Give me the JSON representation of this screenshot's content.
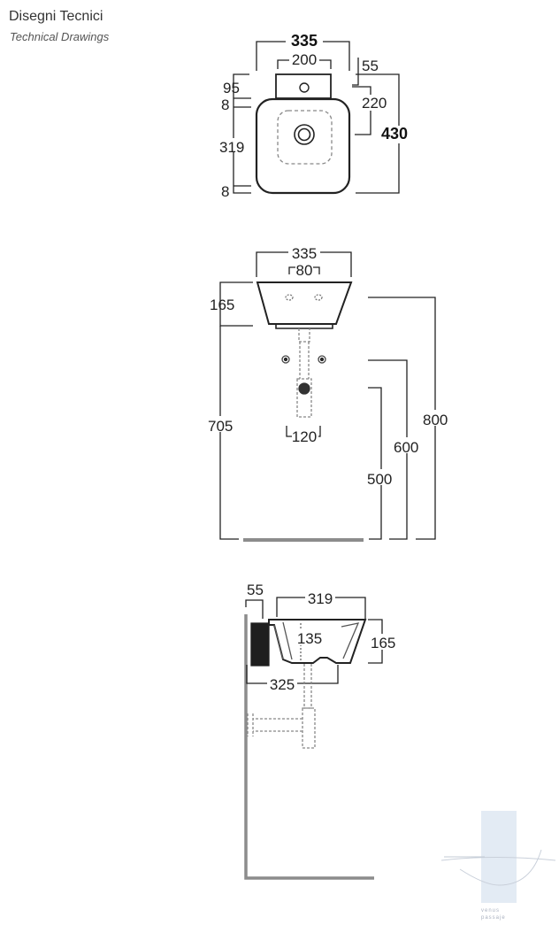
{
  "header": {
    "title": "Disegni Tecnici",
    "subtitle": "Technical Drawings"
  },
  "top_view": {
    "width_total": "335",
    "width_deck": "200",
    "offset_right": "55",
    "depth_deck": "95",
    "rim_top": "8",
    "bowl_depth": "319",
    "rim_bottom": "8",
    "tap_to_front": "220",
    "depth_total": "430"
  },
  "front_view": {
    "width_total": "335",
    "overflow_spacing": "80",
    "height_basin": "165",
    "waste_width": "120",
    "drain_height": "705",
    "height_800": "800",
    "height_600": "600",
    "height_500": "500"
  },
  "side_view": {
    "wall_gap": "55",
    "depth_bowl": "319",
    "inner_depth": "135",
    "height": "165",
    "base_depth": "325"
  },
  "colors": {
    "line": "#222222",
    "dashed": "#8a8a8a",
    "floor": "#8c8c8c",
    "brand": "#cfdbea"
  }
}
